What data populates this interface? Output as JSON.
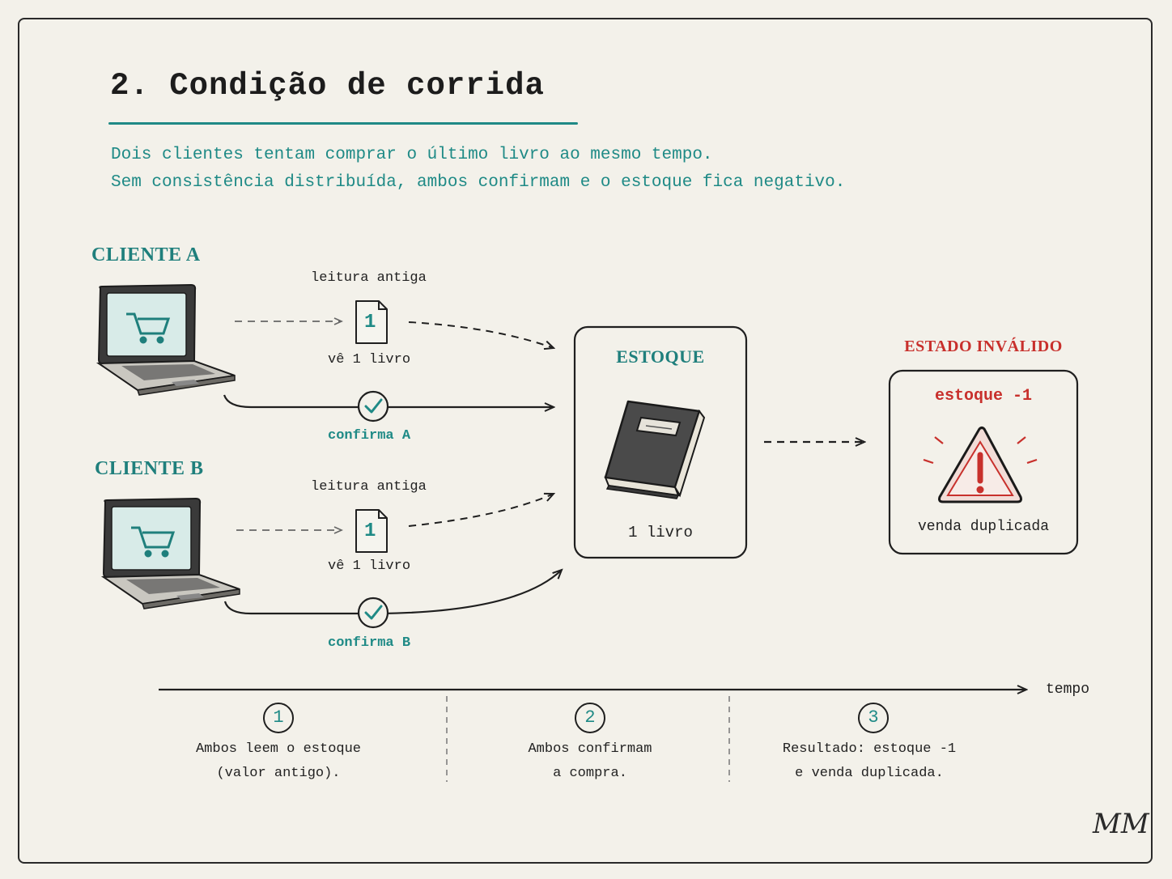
{
  "title": "2. Condição de corrida",
  "subtitle_lines": [
    "Dois clientes tentam comprar o último livro ao mesmo tempo.",
    "Sem consistência distribuída, ambos confirmam e o estoque fica negativo."
  ],
  "clients": [
    {
      "name": "CLIENTE A",
      "read_label": "leitura antiga",
      "doc_value": "1",
      "sees": "vê 1 livro",
      "confirm": "confirma A"
    },
    {
      "name": "CLIENTE B",
      "read_label": "leitura antiga",
      "doc_value": "1",
      "sees": "vê 1 livro",
      "confirm": "confirma B"
    }
  ],
  "inventory": {
    "title": "ESTOQUE",
    "count": "1 livro"
  },
  "invalid_state": {
    "heading": "ESTADO INVÁLIDO",
    "value": "estoque -1",
    "caption": "venda duplicada"
  },
  "timeline": {
    "axis_label": "tempo",
    "steps": [
      {
        "num": "1",
        "line1": "Ambos leem o estoque",
        "line2": "(valor antigo)."
      },
      {
        "num": "2",
        "line1": "Ambos confirmam",
        "line2": "a compra."
      },
      {
        "num": "3",
        "line1": "Resultado: estoque -1",
        "line2": "e venda duplicada."
      }
    ]
  },
  "signature": "MM",
  "colors": {
    "teal": "#1f8a86",
    "red": "#c8302c",
    "ink": "#1f1f1f",
    "paper": "#f3f1ea"
  },
  "icons": [
    "laptop-cart-icon",
    "document-icon",
    "check-circle-icon",
    "book-icon",
    "warning-triangle-icon"
  ]
}
